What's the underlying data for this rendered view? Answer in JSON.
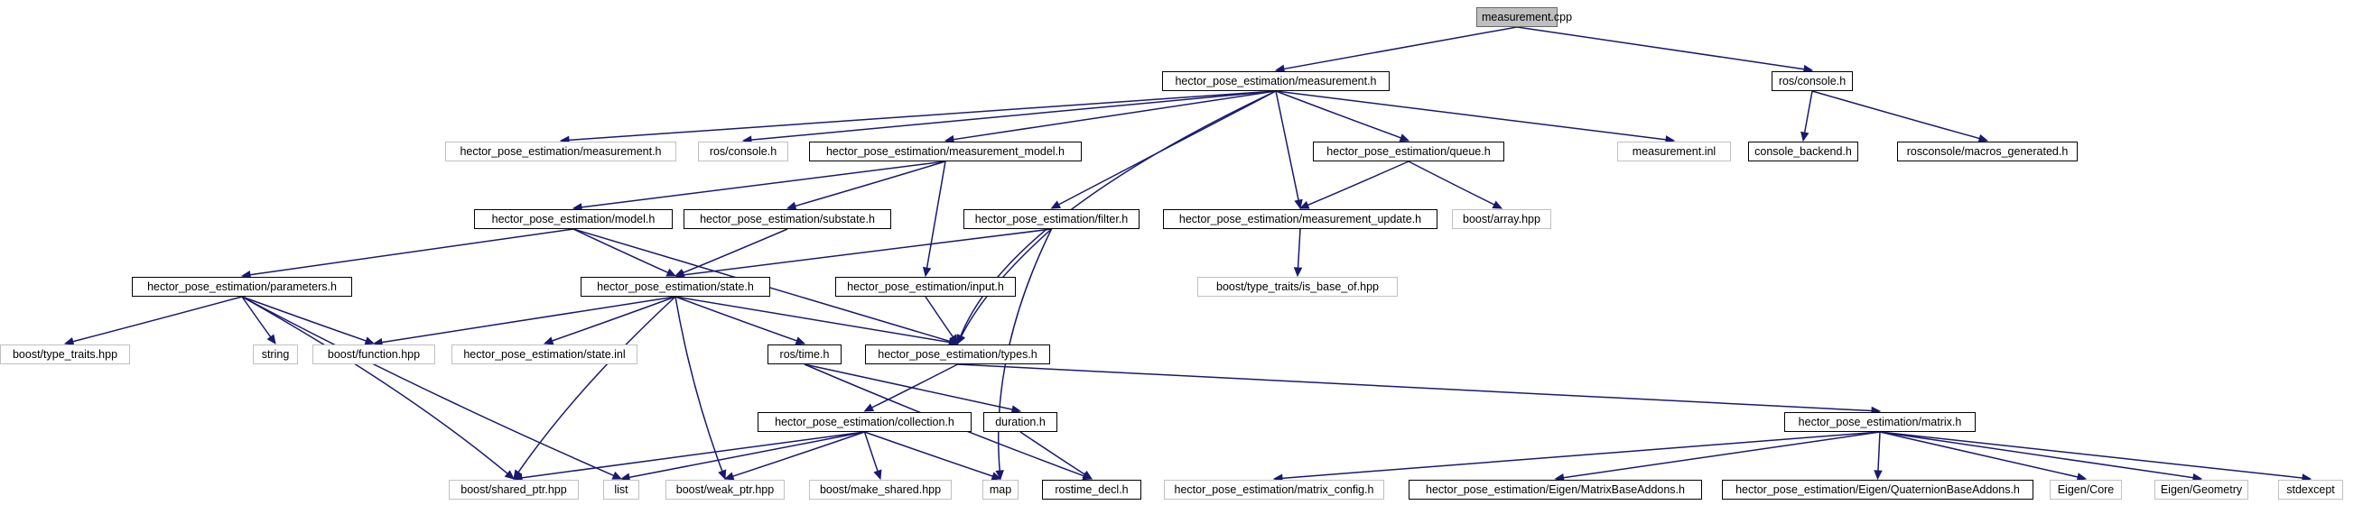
{
  "colors": {
    "edge": "#191970",
    "local_border": "#000000",
    "external_border": "#c0c0c0",
    "root_fill": "#bfbfbf"
  },
  "nodes": {
    "measurement_cpp": "measurement.cpp",
    "measurement_h": "hector_pose_estimation/measurement.h",
    "ros_console_h": "ros/console.h",
    "ext_measurement_h": "hector_pose_estimation/measurement.h",
    "ext_ros_console_h": "ros/console.h",
    "measurement_model_h": "hector_pose_estimation/measurement_model.h",
    "queue_h": "hector_pose_estimation/queue.h",
    "measurement_inl": "measurement.inl",
    "console_backend_h": "console_backend.h",
    "macros_generated_h": "rosconsole/macros_generated.h",
    "model_h": "hector_pose_estimation/model.h",
    "substate_h": "hector_pose_estimation/substate.h",
    "filter_h": "hector_pose_estimation/filter.h",
    "measurement_update_h": "hector_pose_estimation/measurement_update.h",
    "boost_array_hpp": "boost/array.hpp",
    "parameters_h": "hector_pose_estimation/parameters.h",
    "state_h": "hector_pose_estimation/state.h",
    "input_h": "hector_pose_estimation/input.h",
    "is_base_of_hpp": "boost/type_traits/is_base_of.hpp",
    "type_traits_hpp": "boost/type_traits.hpp",
    "string": "string",
    "boost_function_hpp": "boost/function.hpp",
    "state_inl": "hector_pose_estimation/state.inl",
    "ros_time_h": "ros/time.h",
    "types_h": "hector_pose_estimation/types.h",
    "collection_h": "hector_pose_estimation/collection.h",
    "duration_h": "duration.h",
    "matrix_h": "hector_pose_estimation/matrix.h",
    "shared_ptr_hpp": "boost/shared_ptr.hpp",
    "list": "list",
    "weak_ptr_hpp": "boost/weak_ptr.hpp",
    "make_shared_hpp": "boost/make_shared.hpp",
    "map": "map",
    "rostime_decl_h": "rostime_decl.h",
    "matrix_config_h": "hector_pose_estimation/matrix_config.h",
    "matrix_base_addons_h": "hector_pose_estimation/Eigen/MatrixBaseAddons.h",
    "quaternion_base_addons_h": "hector_pose_estimation/Eigen/QuaternionBaseAddons.h",
    "eigen_core": "Eigen/Core",
    "eigen_geometry": "Eigen/Geometry",
    "stdexcept": "stdexcept"
  }
}
